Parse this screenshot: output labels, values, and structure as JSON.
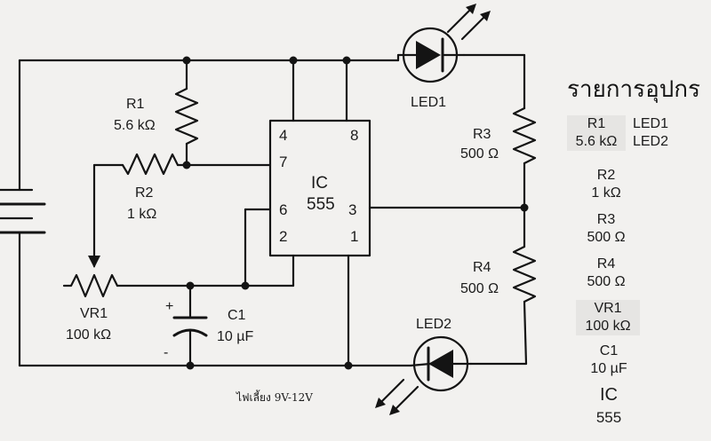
{
  "schematic": {
    "components": {
      "r1": {
        "name": "R1",
        "value": "5.6 kΩ"
      },
      "r2": {
        "name": "R2",
        "value": "1 kΩ"
      },
      "r3": {
        "name": "R3",
        "value": "500 Ω"
      },
      "r4": {
        "name": "R4",
        "value": "500 Ω"
      },
      "vr1": {
        "name": "VR1",
        "value": "100 kΩ"
      },
      "c1": {
        "name": "C1",
        "value": "10 µF"
      },
      "led1": {
        "name": "LED1"
      },
      "led2": {
        "name": "LED2"
      },
      "ic": {
        "name": "IC",
        "part": "555",
        "pins": [
          "4",
          "8",
          "7",
          "6",
          "3",
          "2",
          "1"
        ]
      },
      "c1_plus": "+",
      "c1_minus": "-"
    },
    "caption": "ไฟเลี้ยง 9V-12V"
  },
  "parts_list": {
    "title": "รายการอุปกร",
    "rows": [
      {
        "name": "R1",
        "value": "5.6 kΩ"
      },
      {
        "name": "LED1",
        "value": "LED2"
      },
      {
        "name": "R2",
        "value": "1 kΩ"
      },
      {
        "name": "R3",
        "value": "500 Ω"
      },
      {
        "name": "R4",
        "value": "500 Ω"
      },
      {
        "name": "VR1",
        "value": "100 kΩ"
      },
      {
        "name": "C1",
        "value": "10 µF"
      },
      {
        "name": "IC",
        "value": "555"
      }
    ]
  }
}
